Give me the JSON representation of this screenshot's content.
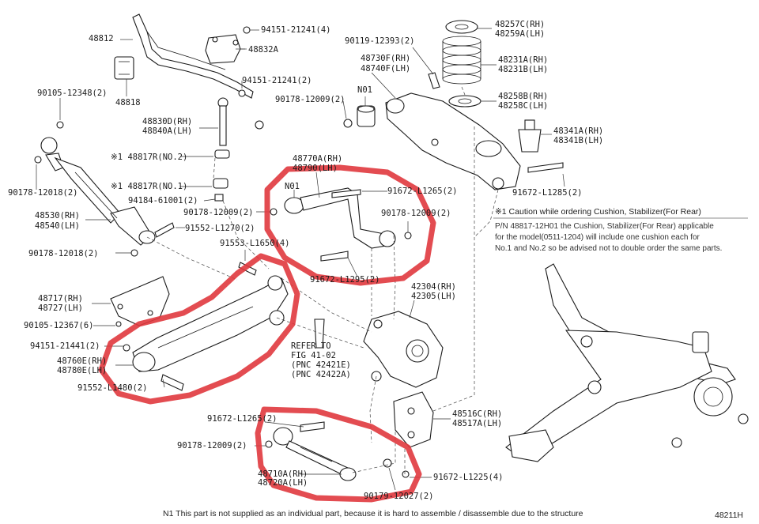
{
  "labels": {
    "p48812": "48812",
    "p94151_4": "94151-21241(4)",
    "p48832A": "48832A",
    "p48818": "48818",
    "p90105_2": "90105-12348(2)",
    "p94151_2": "94151-21241(2)",
    "p48830D": "48830D(RH)",
    "p48840A": "48840A(LH)",
    "p48817R1": "※1 48817R(NO.2)",
    "p48817R2": "※1 48817R(NO.1)",
    "p94184": "94184-61001(2)",
    "p90178_a": "90178-12018(2)",
    "p90178_b": "90178-12009(2)",
    "p91552_a": "91552-L1270(2)",
    "p48530": "48530(RH)",
    "p48540": "48540(LH)",
    "p90178_c": "90178-12018(2)",
    "p91553": "91553-L1650(4)",
    "p48717": "48717(RH)",
    "p48727": "48727(LH)",
    "p90105_6": "90105-12367(6)",
    "p94151_21441": "94151-21441(2)",
    "p48760E": "48760E(RH)",
    "p48780E": "48780E(LH)",
    "p91552_b": "91552-L1480(2)",
    "p90119": "90119-12393(2)",
    "p48730F": "48730F(RH)",
    "p48740F": "48740F(LH)",
    "pN01a": "N01",
    "p90178_d": "90178-12009(2)",
    "p48257C": "48257C(RH)",
    "p48259A": "48259A(LH)",
    "p48231A": "48231A(RH)",
    "p48231B": "48231B(LH)",
    "p48258B": "48258B(RH)",
    "p48258C": "48258C(LH)",
    "p48341A": "48341A(RH)",
    "p48341B": "48341B(LH)",
    "p91672_L1285": "91672-L1285(2)",
    "p48770A": "48770A(RH)",
    "p48790": "48790(LH)",
    "pN01b": "N01",
    "p91672_L1265a": "91672-L1265(2)",
    "p90178_e": "90178-12009(2)",
    "p91672_L1295": "91672-L1295(2)",
    "p42304": "42304(RH)",
    "p42305": "42305(LH)",
    "refer1": "REFER TO",
    "refer2": "FIG 41-02",
    "refer3": "(PNC 42421E)",
    "refer4": "(PNC 42422A)",
    "p48516C": "48516C(RH)",
    "p48517A": "48517A(LH)",
    "p91672_L1265b": "91672-L1265(2)",
    "p90178_f": "90178-12009(2)",
    "p48710A": "48710A(RH)",
    "p48720A": "48720A(LH)",
    "p90179": "90179-12027(2)",
    "p91672_L1225": "91672-L1225(4)"
  },
  "caution": {
    "title": "※1 Caution while ordering Cushion, Stabilizer(For Rear)",
    "line1": "P/N 48817-12H01 the Cushion, Stabilizer(For Rear) applicable",
    "line2": "for the model(0511-1204) will include one cushion each for",
    "line3": "No.1 and No.2 so be advised not to double order the same parts."
  },
  "footer": {
    "note": "N1  This part is not supplied as an individual part, because it is hard to assemble / disassemble due to the structure",
    "figure_id": "48211H"
  }
}
